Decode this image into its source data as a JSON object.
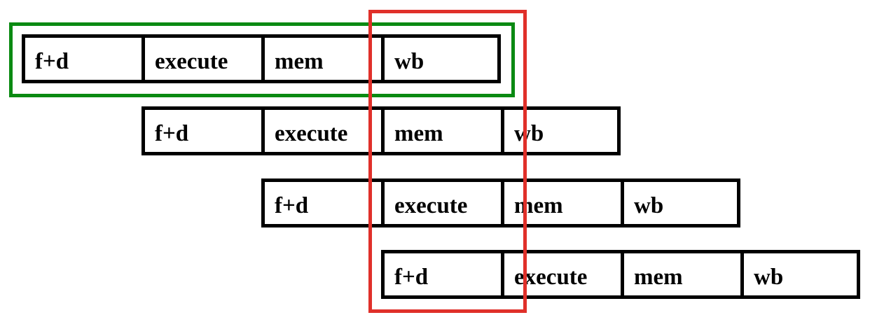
{
  "rows": [
    {
      "stages": [
        "f+d",
        "execute",
        "mem",
        "wb"
      ]
    },
    {
      "stages": [
        "f+d",
        "execute",
        "mem",
        "wb"
      ]
    },
    {
      "stages": [
        "f+d",
        "execute",
        "mem",
        "wb"
      ]
    },
    {
      "stages": [
        "f+d",
        "execute",
        "mem",
        "wb"
      ]
    }
  ],
  "highlights": {
    "instruction_color": "#0a8a12",
    "cycle_color": "#e0302a"
  }
}
